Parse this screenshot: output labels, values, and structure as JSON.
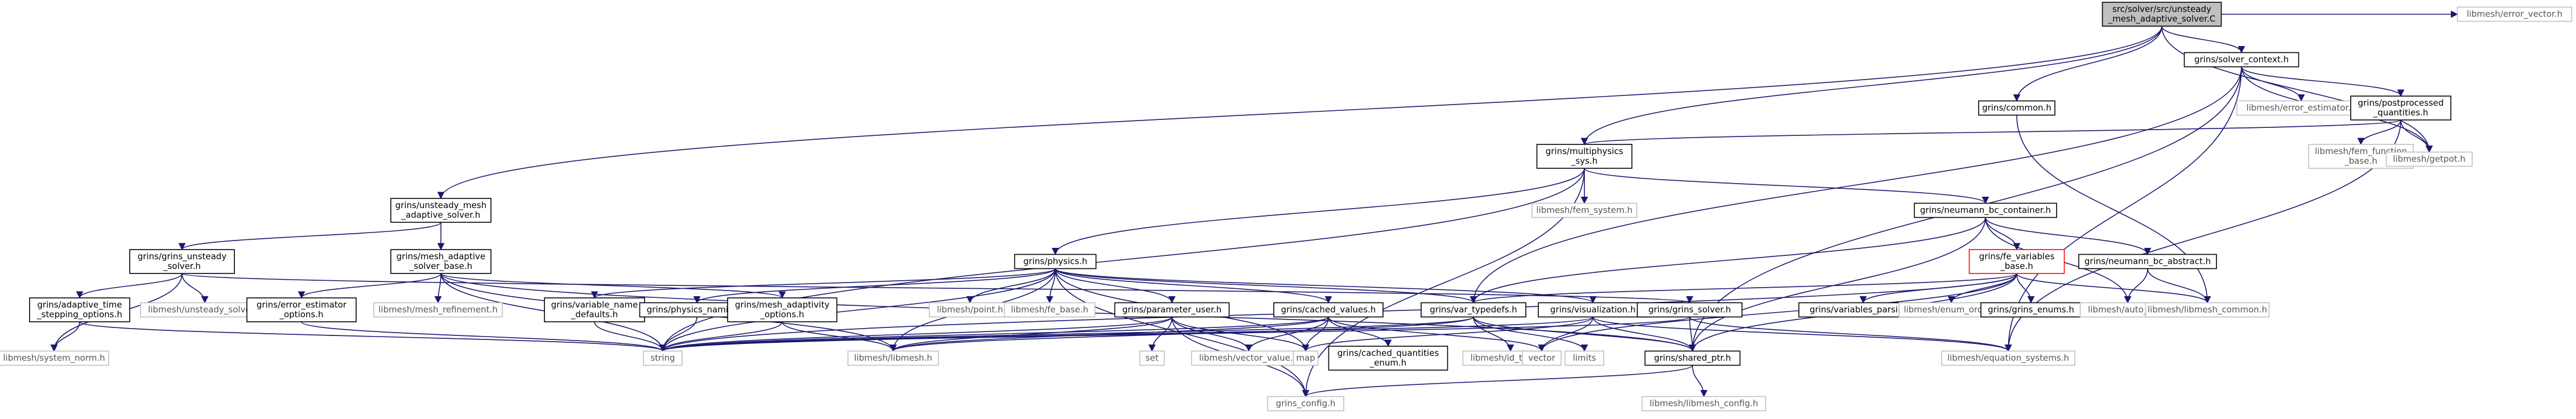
{
  "colors": {
    "edge": "#191970",
    "root_fill": "#bfbfbf",
    "node_fill": "#ffffff",
    "node_stroke": "#000000",
    "external_stroke": "#bfbfbf",
    "external_text": "#555555",
    "highlight_stroke": "#ff0000",
    "text": "#000000"
  },
  "nodes": [
    {
      "id": "root",
      "lines": [
        "src/solver/src/unsteady",
        "_mesh_adaptive_solver.C"
      ],
      "kind": "root"
    },
    {
      "id": "error_vector",
      "lines": [
        "libmesh/error_vector.h"
      ],
      "kind": "external"
    },
    {
      "id": "solver_context",
      "lines": [
        "grins/solver_context.h"
      ],
      "kind": "internal"
    },
    {
      "id": "common",
      "lines": [
        "grins/common.h"
      ],
      "kind": "internal"
    },
    {
      "id": "error_estimator",
      "lines": [
        "libmesh/error_estimator.h"
      ],
      "kind": "external"
    },
    {
      "id": "postprocessed",
      "lines": [
        "grins/postprocessed",
        "_quantities.h"
      ],
      "kind": "internal"
    },
    {
      "id": "multiphysics",
      "lines": [
        "grins/multiphysics",
        "_sys.h"
      ],
      "kind": "internal"
    },
    {
      "id": "fem_function",
      "lines": [
        "libmesh/fem_function",
        "_base.h"
      ],
      "kind": "external"
    },
    {
      "id": "getpot",
      "lines": [
        "libmesh/getpot.h"
      ],
      "kind": "external"
    },
    {
      "id": "unsteady_mesh",
      "lines": [
        "grins/unsteady_mesh",
        "_adaptive_solver.h"
      ],
      "kind": "internal"
    },
    {
      "id": "fem_system",
      "lines": [
        "libmesh/fem_system.h"
      ],
      "kind": "external"
    },
    {
      "id": "neumann_container",
      "lines": [
        "grins/neumann_bc_container.h"
      ],
      "kind": "internal"
    },
    {
      "id": "grins_unsteady",
      "lines": [
        "grins/grins_unsteady",
        "_solver.h"
      ],
      "kind": "internal"
    },
    {
      "id": "mesh_adaptive_base",
      "lines": [
        "grins/mesh_adaptive",
        "_solver_base.h"
      ],
      "kind": "internal"
    },
    {
      "id": "physics",
      "lines": [
        "grins/physics.h"
      ],
      "kind": "internal"
    },
    {
      "id": "fe_variables_base",
      "lines": [
        "grins/fe_variables",
        "_base.h"
      ],
      "kind": "highlight"
    },
    {
      "id": "neumann_abstract",
      "lines": [
        "grins/neumann_bc_abstract.h"
      ],
      "kind": "internal"
    },
    {
      "id": "adaptive_time",
      "lines": [
        "grins/adaptive_time",
        "_stepping_options.h"
      ],
      "kind": "internal"
    },
    {
      "id": "unsteady_solver",
      "lines": [
        "libmesh/unsteady_solver.h"
      ],
      "kind": "external"
    },
    {
      "id": "error_est_opts",
      "lines": [
        "grins/error_estimator",
        "_options.h"
      ],
      "kind": "internal"
    },
    {
      "id": "mesh_refinement",
      "lines": [
        "libmesh/mesh_refinement.h"
      ],
      "kind": "external"
    },
    {
      "id": "variable_name",
      "lines": [
        "grins/variable_name",
        "_defaults.h"
      ],
      "kind": "internal"
    },
    {
      "id": "physics_naming",
      "lines": [
        "grins/physics_naming.h"
      ],
      "kind": "internal"
    },
    {
      "id": "mesh_adaptivity",
      "lines": [
        "grins/mesh_adaptivity",
        "_options.h"
      ],
      "kind": "internal"
    },
    {
      "id": "point",
      "lines": [
        "libmesh/point.h"
      ],
      "kind": "external"
    },
    {
      "id": "fe_base",
      "lines": [
        "libmesh/fe_base.h"
      ],
      "kind": "external"
    },
    {
      "id": "parameter_user",
      "lines": [
        "grins/parameter_user.h"
      ],
      "kind": "internal"
    },
    {
      "id": "cached_values",
      "lines": [
        "grins/cached_values.h"
      ],
      "kind": "internal"
    },
    {
      "id": "var_typedefs",
      "lines": [
        "grins/var_typedefs.h"
      ],
      "kind": "internal"
    },
    {
      "id": "visualization",
      "lines": [
        "grins/visualization.h"
      ],
      "kind": "internal"
    },
    {
      "id": "grins_solver",
      "lines": [
        "grins/grins_solver.h"
      ],
      "kind": "internal"
    },
    {
      "id": "variables_parsing",
      "lines": [
        "grins/variables_parsing.h"
      ],
      "kind": "internal"
    },
    {
      "id": "enum_order",
      "lines": [
        "libmesh/enum_order.h"
      ],
      "kind": "external"
    },
    {
      "id": "grins_enums",
      "lines": [
        "grins/grins_enums.h"
      ],
      "kind": "internal"
    },
    {
      "id": "auto_ptr",
      "lines": [
        "libmesh/auto_ptr.h"
      ],
      "kind": "external"
    },
    {
      "id": "libmesh_common",
      "lines": [
        "libmesh/libmesh_common.h"
      ],
      "kind": "external"
    },
    {
      "id": "system_norm",
      "lines": [
        "libmesh/system_norm.h"
      ],
      "kind": "external"
    },
    {
      "id": "string",
      "lines": [
        "string"
      ],
      "kind": "external"
    },
    {
      "id": "libmesh",
      "lines": [
        "libmesh/libmesh.h"
      ],
      "kind": "external"
    },
    {
      "id": "set",
      "lines": [
        "set"
      ],
      "kind": "external"
    },
    {
      "id": "vector_value",
      "lines": [
        "libmesh/vector_value.h"
      ],
      "kind": "external"
    },
    {
      "id": "map",
      "lines": [
        "map"
      ],
      "kind": "external"
    },
    {
      "id": "cached_quantities",
      "lines": [
        "grins/cached_quantities",
        "_enum.h"
      ],
      "kind": "internal"
    },
    {
      "id": "id_types",
      "lines": [
        "libmesh/id_types.h"
      ],
      "kind": "external"
    },
    {
      "id": "vector",
      "lines": [
        "vector"
      ],
      "kind": "external"
    },
    {
      "id": "limits",
      "lines": [
        "limits"
      ],
      "kind": "external"
    },
    {
      "id": "shared_ptr",
      "lines": [
        "grins/shared_ptr.h"
      ],
      "kind": "internal"
    },
    {
      "id": "equation_systems",
      "lines": [
        "libmesh/equation_systems.h"
      ],
      "kind": "external"
    },
    {
      "id": "libmesh_config",
      "lines": [
        "libmesh/libmesh_config.h"
      ],
      "kind": "external"
    },
    {
      "id": "grins_config",
      "lines": [
        "grins_config.h"
      ],
      "kind": "external"
    }
  ],
  "edges": [
    [
      "root",
      "error_vector"
    ],
    [
      "root",
      "solver_context"
    ],
    [
      "root",
      "common"
    ],
    [
      "root",
      "multiphysics"
    ],
    [
      "root",
      "unsteady_mesh"
    ],
    [
      "root",
      "getpot"
    ],
    [
      "solver_context",
      "error_estimator"
    ],
    [
      "solver_context",
      "postprocessed"
    ],
    [
      "solver_context",
      "getpot"
    ],
    [
      "solver_context",
      "shared_ptr"
    ],
    [
      "solver_context",
      "equation_systems"
    ],
    [
      "solver_context",
      "var_typedefs"
    ],
    [
      "common",
      "libmesh_common"
    ],
    [
      "postprocessed",
      "multiphysics"
    ],
    [
      "postprocessed",
      "fem_function"
    ],
    [
      "postprocessed",
      "getpot"
    ],
    [
      "postprocessed",
      "equation_systems"
    ],
    [
      "multiphysics",
      "fem_system"
    ],
    [
      "multiphysics",
      "neumann_container"
    ],
    [
      "multiphysics",
      "physics"
    ],
    [
      "multiphysics",
      "string"
    ],
    [
      "multiphysics",
      "grins_config"
    ],
    [
      "unsteady_mesh",
      "grins_unsteady"
    ],
    [
      "unsteady_mesh",
      "mesh_adaptive_base"
    ],
    [
      "neumann_container",
      "fe_variables_base"
    ],
    [
      "neumann_container",
      "neumann_abstract"
    ],
    [
      "neumann_container",
      "var_typedefs"
    ],
    [
      "neumann_container",
      "auto_ptr"
    ],
    [
      "neumann_container",
      "shared_ptr"
    ],
    [
      "grins_unsteady",
      "adaptive_time"
    ],
    [
      "grins_unsteady",
      "unsteady_solver"
    ],
    [
      "grins_unsteady",
      "grins_solver"
    ],
    [
      "grins_unsteady",
      "system_norm"
    ],
    [
      "mesh_adaptive_base",
      "error_est_opts"
    ],
    [
      "mesh_adaptive_base",
      "mesh_refinement"
    ],
    [
      "mesh_adaptive_base",
      "mesh_adaptivity"
    ],
    [
      "mesh_adaptive_base",
      "string"
    ],
    [
      "mesh_adaptive_base",
      "libmesh"
    ],
    [
      "mesh_adaptive_base",
      "shared_ptr"
    ],
    [
      "physics",
      "variable_name"
    ],
    [
      "physics",
      "physics_naming"
    ],
    [
      "physics",
      "point"
    ],
    [
      "physics",
      "fe_base"
    ],
    [
      "physics",
      "parameter_user"
    ],
    [
      "physics",
      "cached_values"
    ],
    [
      "physics",
      "var_typedefs"
    ],
    [
      "physics",
      "string"
    ],
    [
      "physics",
      "libmesh"
    ],
    [
      "physics",
      "grins_config"
    ],
    [
      "physics",
      "visualization"
    ],
    [
      "physics",
      "map"
    ],
    [
      "fe_variables_base",
      "variables_parsing"
    ],
    [
      "fe_variables_base",
      "enum_order"
    ],
    [
      "fe_variables_base",
      "grins_enums"
    ],
    [
      "fe_variables_base",
      "libmesh_common"
    ],
    [
      "fe_variables_base",
      "var_typedefs"
    ],
    [
      "fe_variables_base",
      "vector"
    ],
    [
      "fe_variables_base",
      "string"
    ],
    [
      "fe_variables_base",
      "shared_ptr"
    ],
    [
      "neumann_abstract",
      "auto_ptr"
    ],
    [
      "neumann_abstract",
      "libmesh_common"
    ],
    [
      "adaptive_time",
      "system_norm"
    ],
    [
      "adaptive_time",
      "string"
    ],
    [
      "error_est_opts",
      "string"
    ],
    [
      "variable_name",
      "string"
    ],
    [
      "physics_naming",
      "string"
    ],
    [
      "mesh_adaptivity",
      "string"
    ],
    [
      "mesh_adaptivity",
      "libmesh"
    ],
    [
      "parameter_user",
      "set"
    ],
    [
      "parameter_user",
      "string"
    ],
    [
      "parameter_user",
      "vector_value"
    ],
    [
      "parameter_user",
      "map"
    ],
    [
      "parameter_user",
      "grins_config"
    ],
    [
      "parameter_user",
      "libmesh"
    ],
    [
      "cached_values",
      "cached_quantities"
    ],
    [
      "cached_values",
      "vector"
    ],
    [
      "cached_values",
      "map"
    ],
    [
      "cached_values",
      "libmesh"
    ],
    [
      "cached_values",
      "vector_value"
    ],
    [
      "cached_values",
      "string"
    ],
    [
      "var_typedefs",
      "id_types"
    ],
    [
      "var_typedefs",
      "limits"
    ],
    [
      "var_typedefs",
      "string"
    ],
    [
      "var_typedefs",
      "shared_ptr"
    ],
    [
      "var_typedefs",
      "libmesh"
    ],
    [
      "visualization",
      "string"
    ],
    [
      "visualization",
      "vector"
    ],
    [
      "visualization",
      "shared_ptr"
    ],
    [
      "visualization",
      "equation_systems"
    ],
    [
      "visualization",
      "map"
    ],
    [
      "grins_solver",
      "shared_ptr"
    ],
    [
      "grins_solver",
      "equation_systems"
    ],
    [
      "grins_solver",
      "string"
    ],
    [
      "shared_ptr",
      "libmesh_config"
    ],
    [
      "shared_ptr",
      "grins_config"
    ]
  ]
}
